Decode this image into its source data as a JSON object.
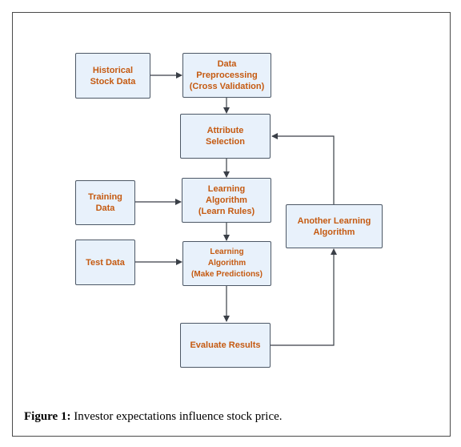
{
  "diagram": {
    "nodes": {
      "historical": "Historical\nStock Data",
      "preprocessing": "Data\nPreprocessing\n(Cross Validation)",
      "attribute": "Attribute\nSelection",
      "learn_rules": "Learning\nAlgorithm\n(Learn Rules)",
      "training": "Training\nData",
      "test": "Test Data",
      "make_predictions": "Learning\nAlgorithm\n(Make Predictions)",
      "evaluate": "Evaluate Results",
      "another": "Another Learning\nAlgorithm"
    }
  },
  "caption": {
    "label": "Figure 1:",
    "text": " Investor expectations influence stock price."
  },
  "colors": {
    "node_fill": "#e8f1fb",
    "node_border": "#4d5866",
    "node_text": "#c55a11",
    "arrow": "#3a3f47"
  }
}
